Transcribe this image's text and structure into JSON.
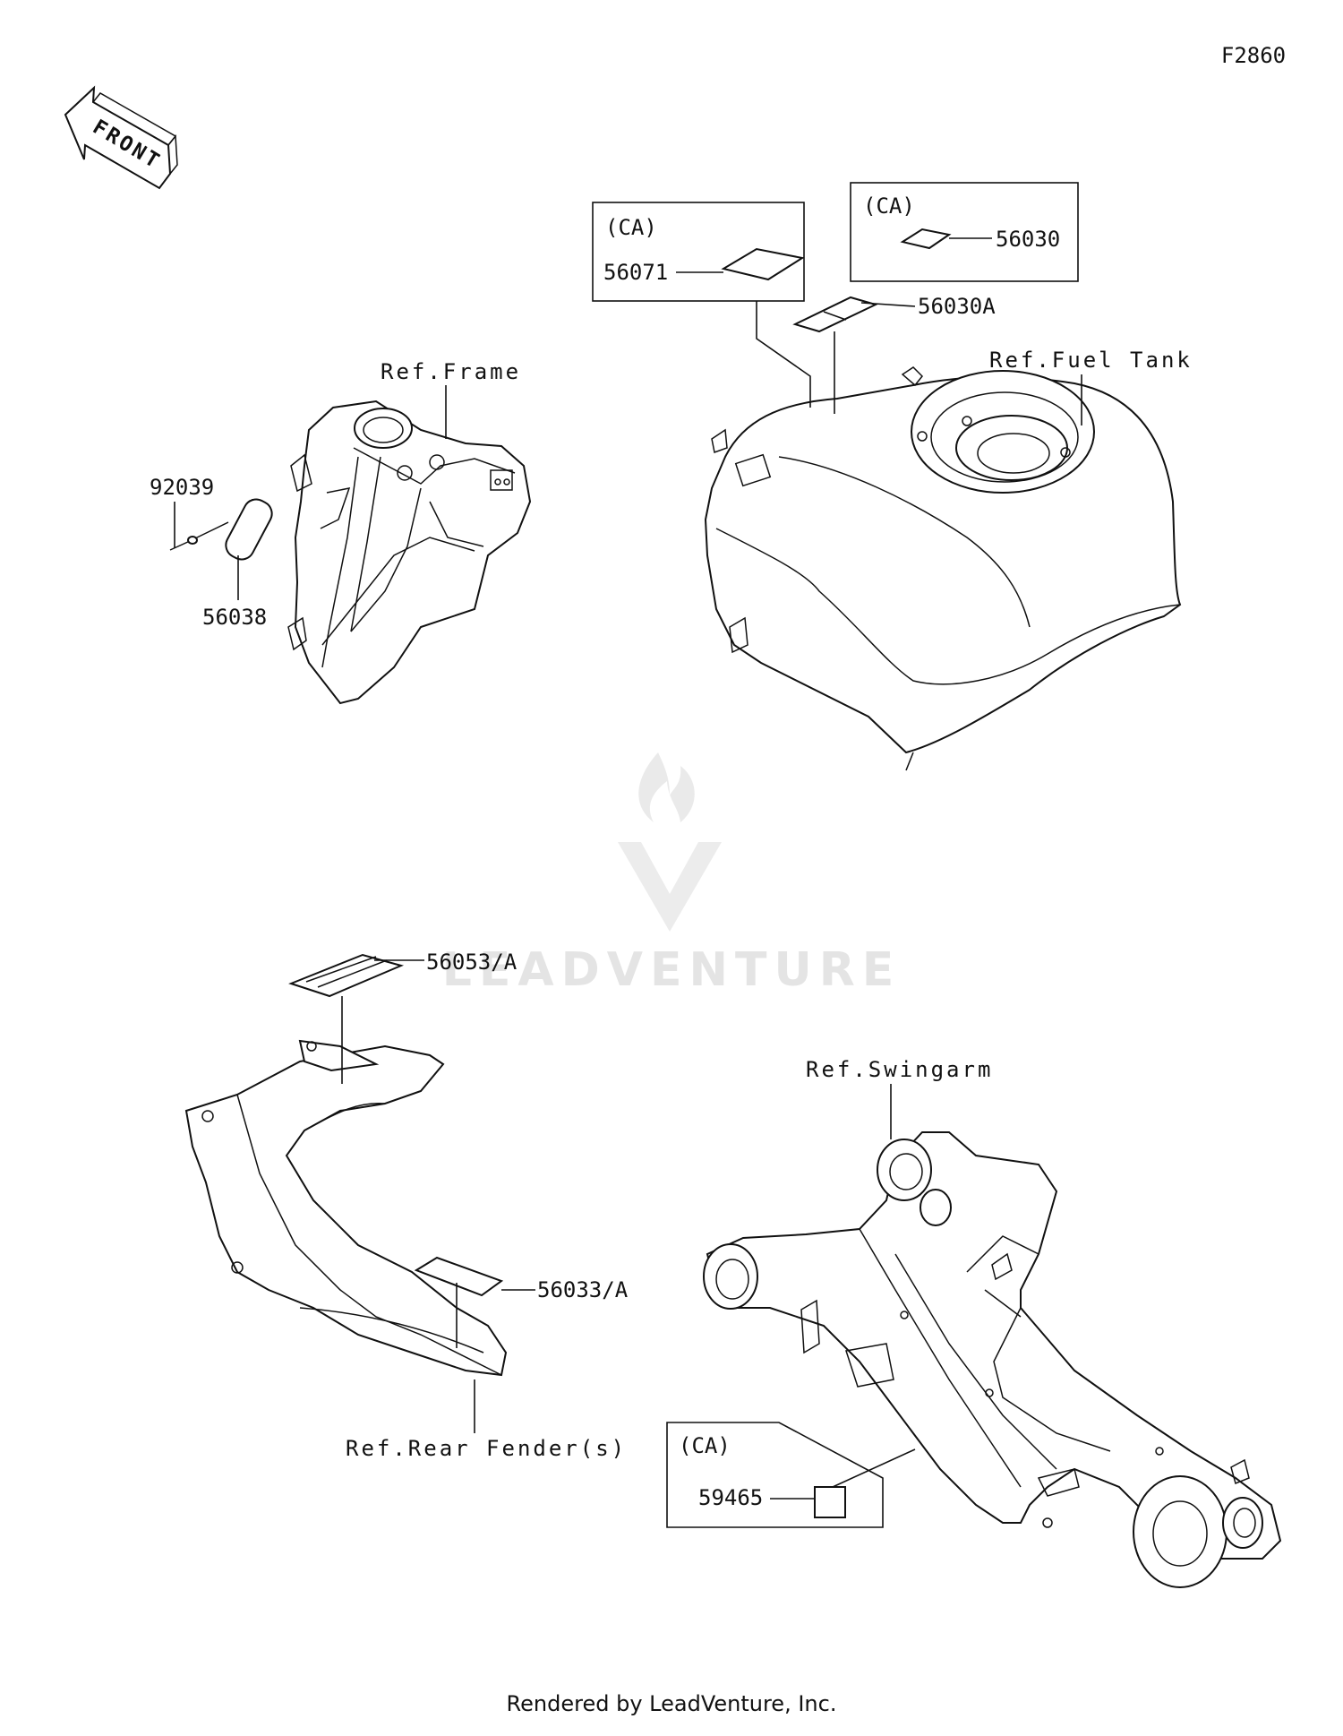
{
  "figure_code": "F2860",
  "front_arrow": {
    "text": "FRONT",
    "icon": "front-direction-arrow-icon"
  },
  "references": {
    "frame": "Ref.Frame",
    "fuel_tank": "Ref.Fuel Tank",
    "swingarm": "Ref.Swingarm",
    "rear_fender": "Ref.Rear Fender(s)"
  },
  "callouts": [
    {
      "part_no": "92039"
    },
    {
      "part_no": "56038"
    },
    {
      "part_no": "56071",
      "region": "(CA)"
    },
    {
      "part_no": "56030",
      "region": "(CA)"
    },
    {
      "part_no": "56030A"
    },
    {
      "part_no": "56053/A"
    },
    {
      "part_no": "56033/A"
    },
    {
      "part_no": "59465",
      "region": "(CA)"
    }
  ],
  "watermark": {
    "text": "LEADVENTURE",
    "icon": "leadventure-flame-logo-icon"
  },
  "footer": "Rendered by LeadVenture, Inc."
}
